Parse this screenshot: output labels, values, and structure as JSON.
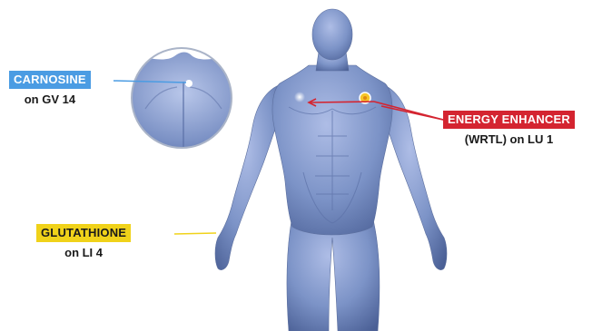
{
  "colors": {
    "carnosine": "#4b9ce3",
    "energy": "#d42430",
    "glutathione": "#f0d21a",
    "body": "#7f96c9",
    "point": "#f6c62a"
  },
  "labels": {
    "carnosine": {
      "name": "CARNOSINE",
      "point": "on GV 14"
    },
    "energy": {
      "name": "ENERGY ENHANCER",
      "point": "(WRTL) on LU 1"
    },
    "glutathione": {
      "name": "GLUTATHIONE",
      "point": "on LI 4"
    }
  }
}
